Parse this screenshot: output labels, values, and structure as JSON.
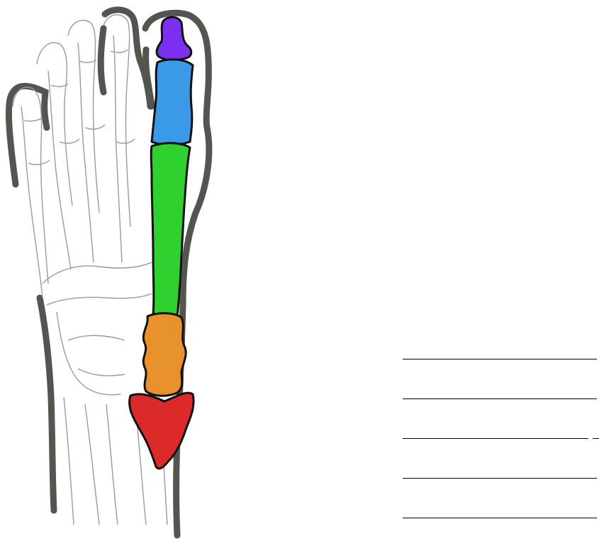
{
  "diagram": {
    "regions": [
      {
        "id": "toe-tip",
        "color": "#7b2ff0"
      },
      {
        "id": "upper-segment",
        "color": "#3a9ae8"
      },
      {
        "id": "middle-segment",
        "color": "#2ed12e"
      },
      {
        "id": "lower-segment",
        "color": "#e8922e"
      },
      {
        "id": "base-segment",
        "color": "#dc2a2a"
      }
    ],
    "outline_color": "#555550",
    "bone_line_color": "#9a9a9a"
  },
  "answer_lines": [
    {
      "text": ""
    },
    {
      "text": ""
    },
    {
      "text": ""
    },
    {
      "text": ""
    },
    {
      "text": ""
    }
  ]
}
